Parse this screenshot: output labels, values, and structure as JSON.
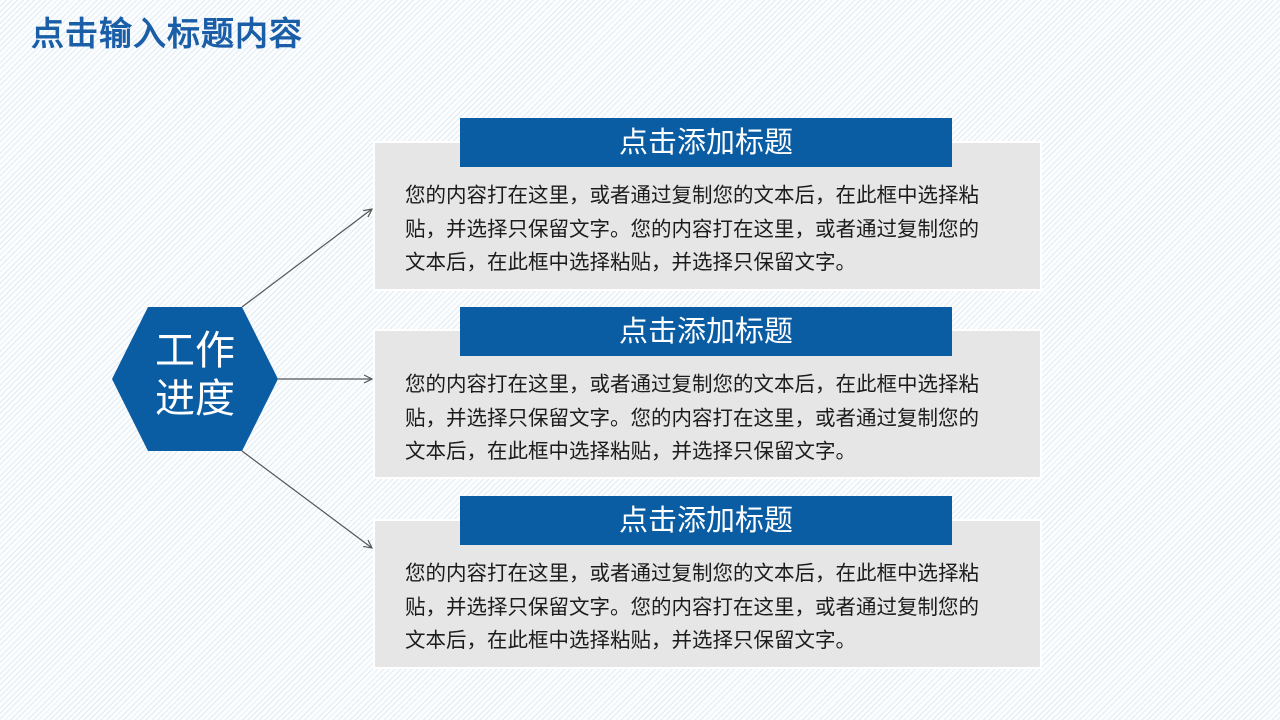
{
  "page": {
    "title": "点击输入标题内容"
  },
  "center": {
    "label_line1": "工作",
    "label_line2": "进度",
    "color": "#0a5ca3"
  },
  "cards": [
    {
      "heading": "点击添加标题",
      "lines": [
        "您的内容打在这里，或者通过复制您的文本后，在此框中选择粘",
        "贴，并选择只保留文字。您的内容打在这里，或者通过复制您的",
        "文本后，在此框中选择粘贴，并选择只保留文字。"
      ]
    },
    {
      "heading": "点击添加标题",
      "lines": [
        "您的内容打在这里，或者通过复制您的文本后，在此框中选择粘",
        "贴，并选择只保留文字。您的内容打在这里，或者通过复制您的",
        "文本后，在此框中选择粘贴，并选择只保留文字。"
      ]
    },
    {
      "heading": "点击添加标题",
      "lines": [
        "您的内容打在这里，或者通过复制您的文本后，在此框中选择粘",
        "贴，并选择只保留文字。您的内容打在这里，或者通过复制您的",
        "文本后，在此框中选择粘贴，并选择只保留文字。"
      ]
    }
  ],
  "colors": {
    "title": "#1a5ea8",
    "banner": "#0a5ca3",
    "card_bg": "#e6e6e6",
    "arrow": "#555555"
  }
}
